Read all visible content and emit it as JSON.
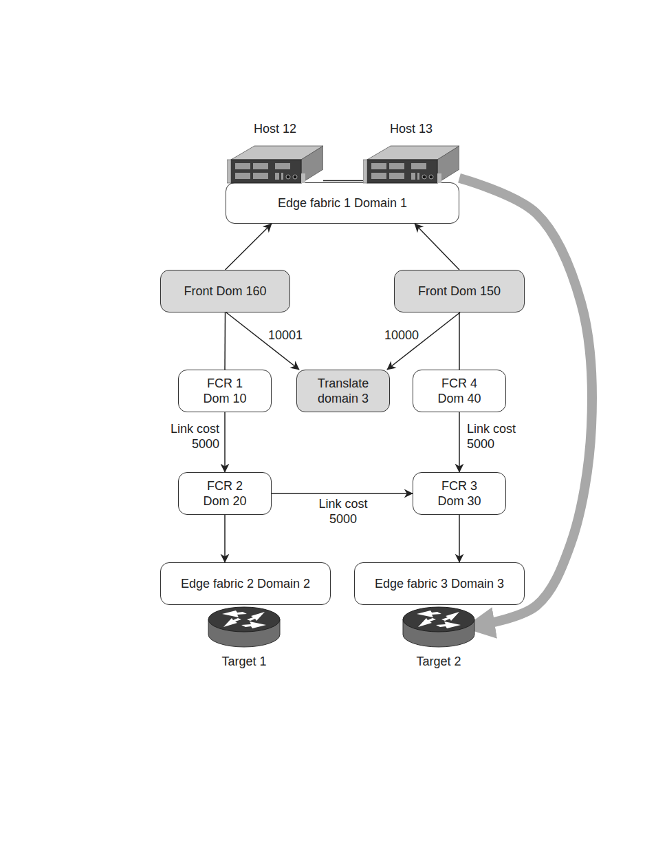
{
  "diagram": {
    "nodes": [
      {
        "text": [
          "Host 12"
        ]
      },
      {
        "text": [
          "Host 13"
        ]
      },
      {
        "text": [
          "Edge fabric 1 Domain 1"
        ]
      },
      {
        "text": [
          "Front Dom 160"
        ]
      },
      {
        "text": [
          "Front Dom 150"
        ]
      },
      {
        "text": [
          "FCR 1 Dom 10"
        ]
      },
      {
        "text": [
          "Translate domain 3"
        ]
      },
      {
        "text": [
          "FCR 4 Dom 40"
        ]
      },
      {
        "text": [
          "FCR 2 Dom 20"
        ]
      },
      {
        "text": [
          "FCR 3 Dom 30"
        ]
      },
      {
        "text": [
          "Edge fabric 2 Domain 2"
        ]
      },
      {
        "text": [
          "Edge fabric 3 Domain 3"
        ]
      },
      {
        "text": [
          "Target 1"
        ]
      },
      {
        "text": [
          "Target 2"
        ]
      }
    ],
    "edges": [
      {
        "from": 0,
        "to": 1,
        "arrow": "none"
      },
      {
        "from": 3,
        "to": 2,
        "arrow": "to"
      },
      {
        "from": 4,
        "to": 2,
        "arrow": "to"
      },
      {
        "from": 3,
        "to": 6,
        "label": "10001",
        "arrow": "to"
      },
      {
        "from": 4,
        "to": 6,
        "label": "10000",
        "arrow": "to"
      },
      {
        "from": 3,
        "to": 5,
        "arrow": "none"
      },
      {
        "from": 4,
        "to": 7,
        "arrow": "none"
      },
      {
        "from": 5,
        "to": 8,
        "label": "Link cost 5000",
        "arrow": "to"
      },
      {
        "from": 7,
        "to": 9,
        "label": "Link cost 5000",
        "arrow": "to"
      },
      {
        "from": 8,
        "to": 9,
        "label": "Link cost 5000",
        "arrow": "to"
      },
      {
        "from": 8,
        "to": 10,
        "arrow": "to"
      },
      {
        "from": 9,
        "to": 11,
        "arrow": "to"
      },
      {
        "from": 1,
        "to": 13,
        "arrow": "to"
      }
    ]
  }
}
